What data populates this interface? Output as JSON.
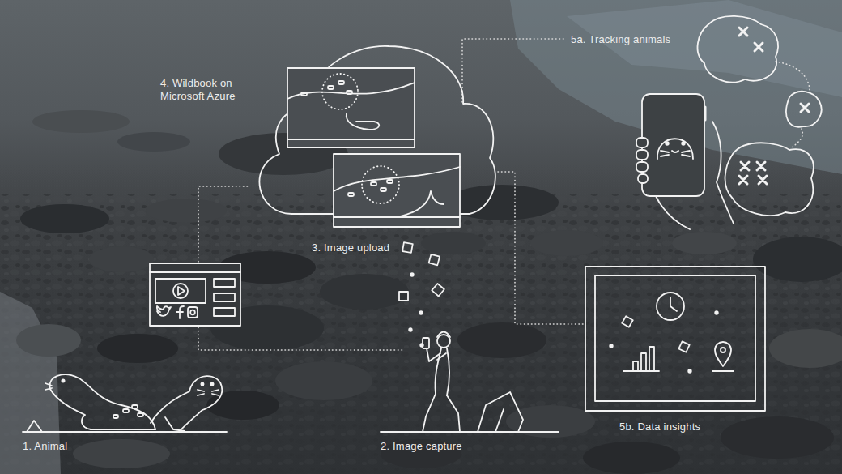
{
  "diagram": {
    "nodes": [
      {
        "text": [
          "4. Wildbook on Microsoft Azure"
        ]
      },
      {
        "text": [
          "5b. Data insights"
        ]
      }
    ],
    "edges": [
      {
        "from": 0,
        "to": 1,
        "arrow": "none"
      }
    ],
    "labels": [
      "1. Animal",
      "2. Image capture",
      "3. Image upload",
      "5a. Tracking animals"
    ]
  }
}
